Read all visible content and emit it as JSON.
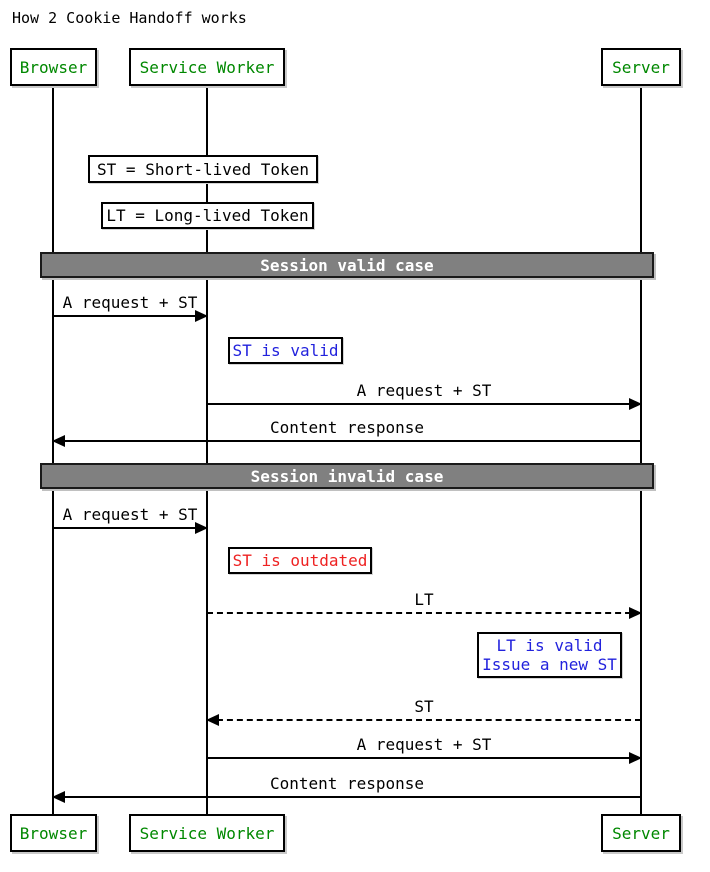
{
  "title": "How 2 Cookie Handoff works",
  "actors": {
    "top": [
      "Browser",
      "Service Worker",
      "Server"
    ],
    "bottom": [
      "Browser",
      "Service Worker",
      "Server"
    ]
  },
  "legend_notes": [
    "ST = Short-lived Token",
    "LT = Long-lived Token"
  ],
  "dividers": [
    "Session valid case",
    "Session invalid case"
  ],
  "notes": {
    "st_valid": {
      "text": "ST is valid",
      "color": "#2222dd"
    },
    "st_outdated": {
      "text": "ST is outdated",
      "color": "#ee2222"
    },
    "lt_valid": {
      "lines": [
        "LT is valid",
        "Issue a new ST"
      ],
      "color": "#2222dd"
    }
  },
  "messages": [
    {
      "label": "A request + ST",
      "from": "Browser",
      "to": "Service Worker",
      "line": "solid"
    },
    {
      "label": "A request + ST",
      "from": "Service Worker",
      "to": "Server",
      "line": "solid"
    },
    {
      "label": "Content response",
      "from": "Server",
      "to": "Browser",
      "line": "solid"
    },
    {
      "label": "A request + ST",
      "from": "Browser",
      "to": "Service Worker",
      "line": "solid"
    },
    {
      "label": "LT",
      "from": "Service Worker",
      "to": "Server",
      "line": "dashed"
    },
    {
      "label": "ST",
      "from": "Server",
      "to": "Service Worker",
      "line": "dashed"
    },
    {
      "label": "A request + ST",
      "from": "Service Worker",
      "to": "Server",
      "line": "solid"
    },
    {
      "label": "Content response",
      "from": "Server",
      "to": "Browser",
      "line": "solid"
    }
  ],
  "colors": {
    "actor_text": "#008800",
    "note_info": "#2222dd",
    "note_error": "#ee2222",
    "divider_bg": "#808080",
    "divider_text": "#ffffff",
    "line": "#000000",
    "background": "#ffffff"
  }
}
